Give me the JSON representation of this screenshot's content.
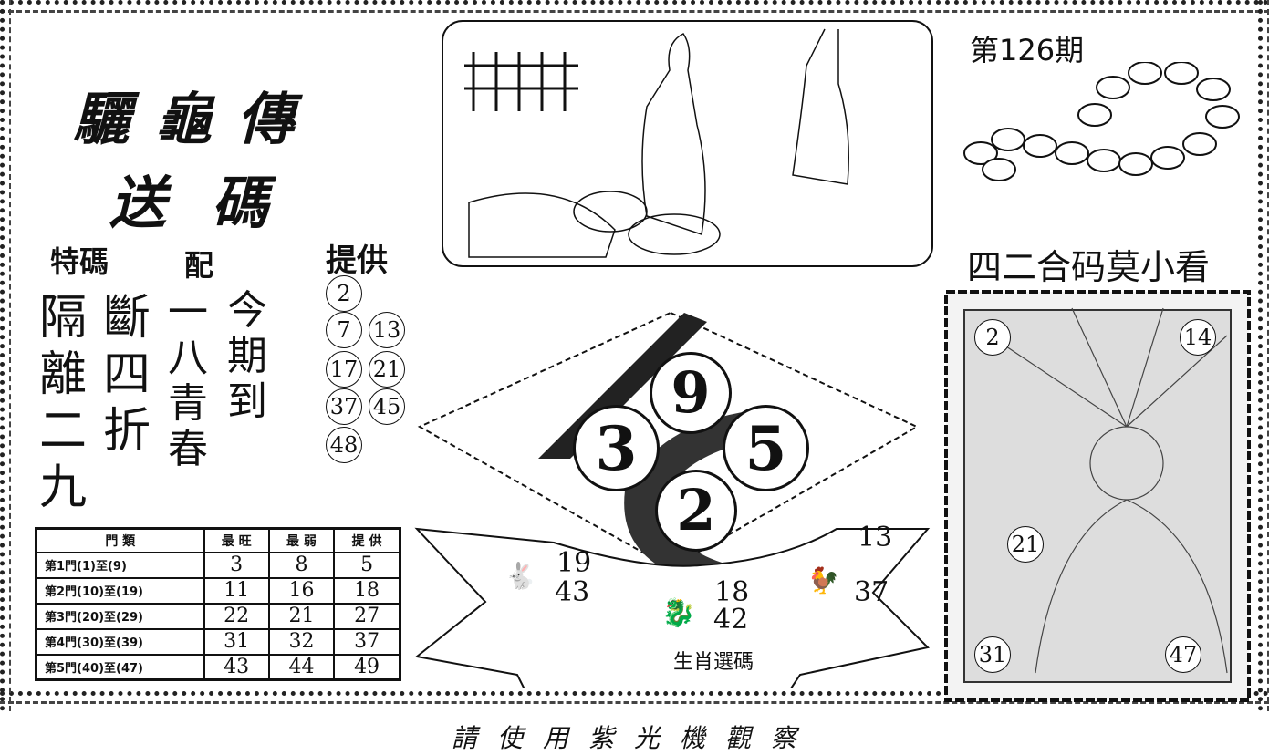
{
  "title": {
    "line1": "驪龜傳",
    "line2": "送碼"
  },
  "left": {
    "tema_label": "特碼",
    "pei_label": "配",
    "provide_label": "提供",
    "col1": [
      "隔",
      "離",
      "二",
      "九"
    ],
    "col2": [
      "斷",
      "四",
      "折"
    ],
    "col3": [
      "一",
      "八",
      "青",
      "春"
    ],
    "col4": [
      "今",
      "期",
      "到"
    ],
    "provide_numbers": [
      "2",
      "7",
      "13",
      "17",
      "21",
      "37",
      "45",
      "48"
    ]
  },
  "table": {
    "headers": [
      "門 類",
      "最 旺",
      "最 弱",
      "提 供"
    ],
    "rows": [
      [
        "第1門(1)至(9)",
        "3",
        "8",
        "5"
      ],
      [
        "第2門(10)至(19)",
        "11",
        "16",
        "18"
      ],
      [
        "第3門(20)至(29)",
        "22",
        "21",
        "27"
      ],
      [
        "第4門(30)至(39)",
        "31",
        "32",
        "37"
      ],
      [
        "第5門(40)至(47)",
        "43",
        "44",
        "49"
      ]
    ]
  },
  "issue": "第126期",
  "slogan": "四二合码莫小看",
  "center": {
    "balls": [
      "9",
      "3",
      "5",
      "2"
    ],
    "zodiac_numbers": {
      "rabbit": [
        "19",
        "43"
      ],
      "rooster": [
        "13",
        "37"
      ],
      "dragon": [
        "18",
        "42"
      ]
    },
    "label": "生肖選碼"
  },
  "right_numbers": [
    "2",
    "14",
    "21",
    "31",
    "47"
  ],
  "footer": "請使用紫光機觀察"
}
